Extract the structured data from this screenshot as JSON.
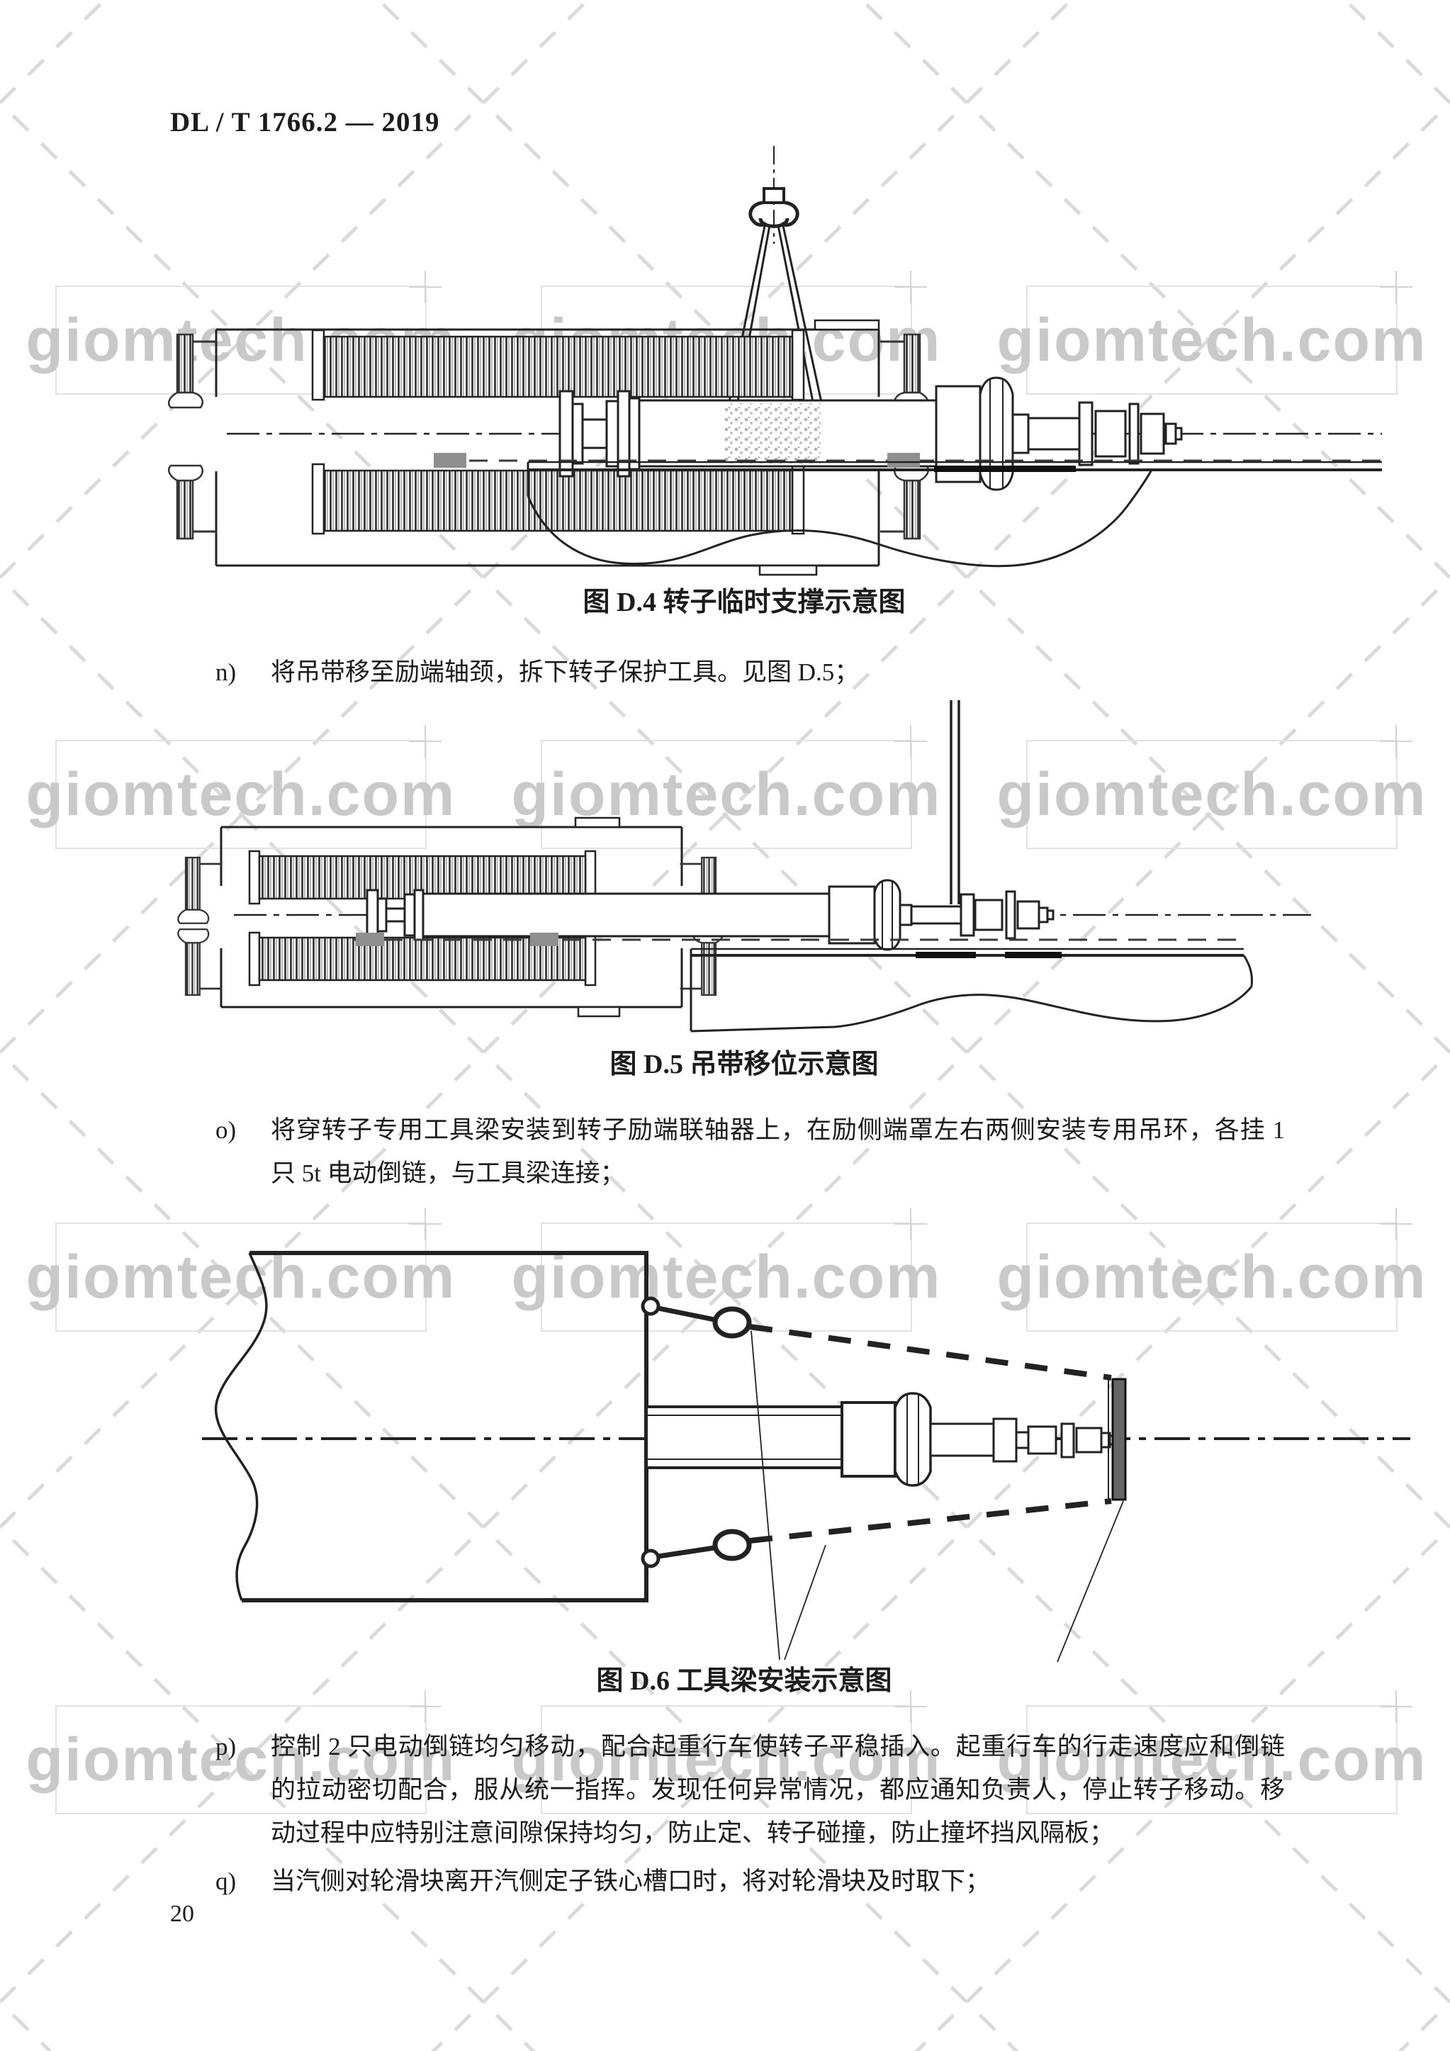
{
  "page": {
    "header": "DL / T 1766.2 — 2019",
    "page_number": "20",
    "background": "#ffffff",
    "text_color": "#1c1c1c"
  },
  "watermark": {
    "text": "giomtech.com",
    "color": "#c9c9c9",
    "box_border_color": "#e2e2e2",
    "lattice_color": "#d8d8d8"
  },
  "figures": [
    {
      "caption": "图 D.4 转子临时支撑示意图"
    },
    {
      "caption": "图 D.5 吊带移位示意图"
    },
    {
      "caption": "图 D.6 工具梁安装示意图"
    }
  ],
  "items": [
    {
      "label": "n)",
      "text": "将吊带移至励端轴颈，拆下转子保护工具。见图 D.5；"
    },
    {
      "label": "o)",
      "text": "将穿转子专用工具梁安装到转子励端联轴器上，在励侧端罩左右两侧安装专用吊环，各挂 1 只 5t 电动倒链，与工具梁连接；"
    },
    {
      "label": "p)",
      "text": "控制 2 只电动倒链均匀移动，配合起重行车使转子平稳插入。起重行车的行走速度应和倒链的拉动密切配合，服从统一指挥。发现任何异常情况，都应通知负责人，停止转子移动。移动过程中应特别注意间隙保持均匀，防止定、转子碰撞，防止撞坏挡风隔板；"
    },
    {
      "label": "q)",
      "text": "当汽侧对轮滑块离开汽侧定子铁心槽口时，将对轮滑块及时取下；"
    }
  ],
  "drawing_colors": {
    "line": "#222222",
    "hatch_dark": "#2b2b2b",
    "hatch_light": "#9a9a9a",
    "beam_fill": "#666666",
    "tag_fill": "#8f8f8f"
  }
}
